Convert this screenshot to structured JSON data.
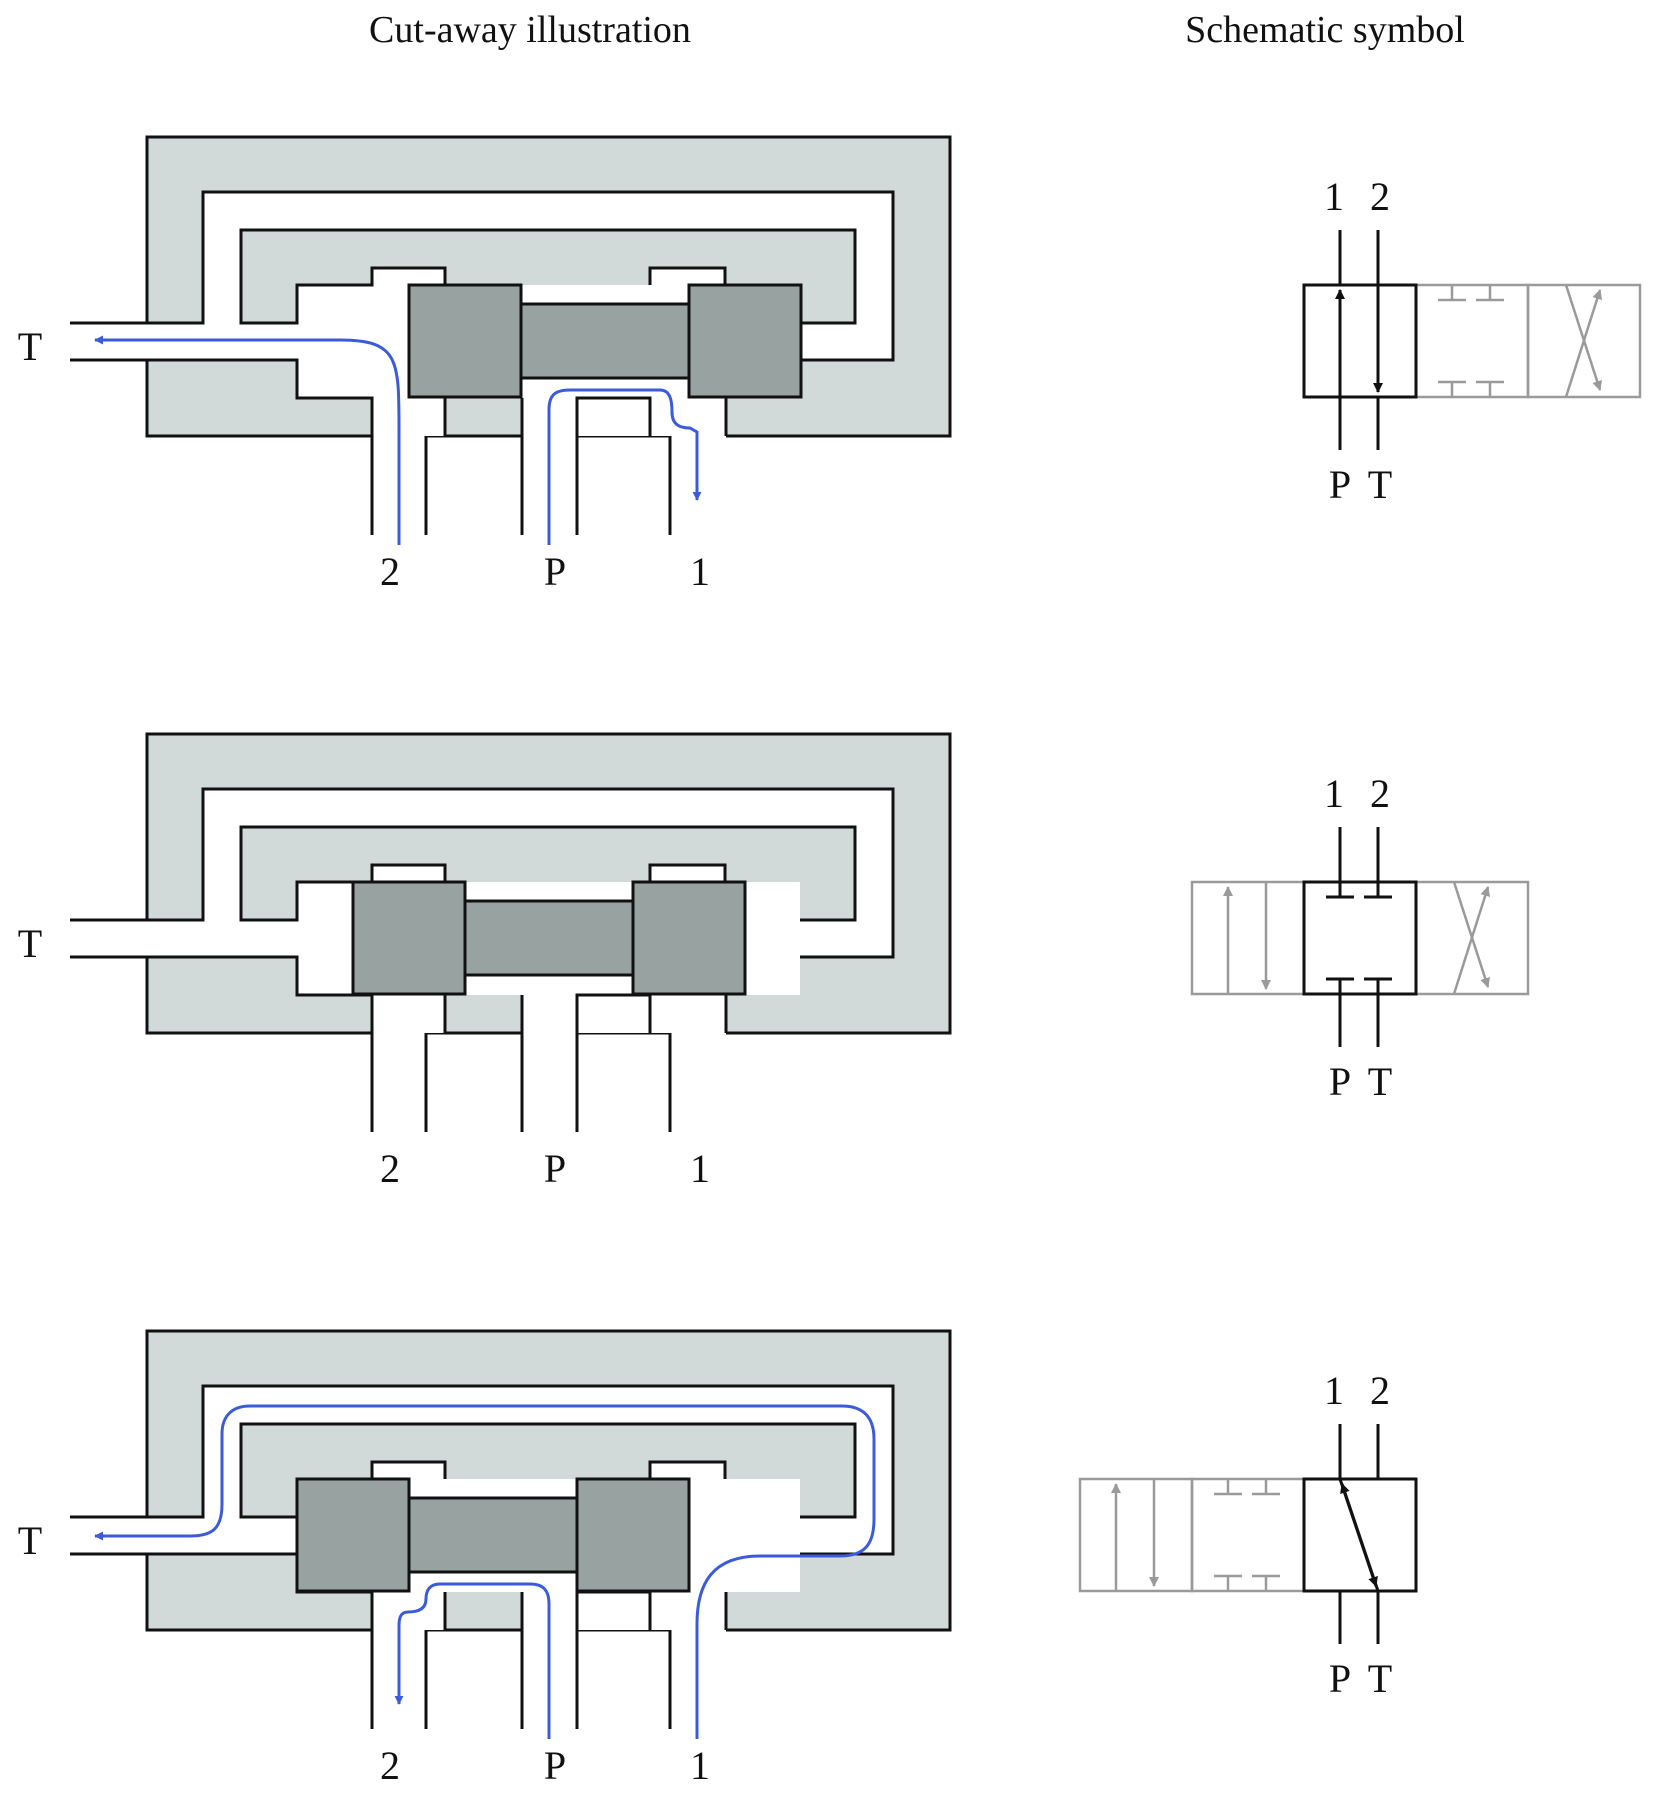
{
  "headings": {
    "cutaway": "Cut-away illustration",
    "schematic": "Schematic symbol"
  },
  "ports": {
    "t": "T",
    "a2": "2",
    "p": "P",
    "b1": "1"
  },
  "colors": {
    "body": "#d1d9d9",
    "spool": "#98a2a0",
    "outline": "#111111",
    "flow": "#3b5bdb",
    "inactive": "#9a9a9a"
  },
  "panels": [
    {
      "state": "left-position",
      "flow_arrows": true,
      "active_envelope": "parallel"
    },
    {
      "state": "center-position",
      "flow_arrows": false,
      "active_envelope": "blocked"
    },
    {
      "state": "right-position",
      "flow_arrows": true,
      "active_envelope": "crossed"
    }
  ]
}
